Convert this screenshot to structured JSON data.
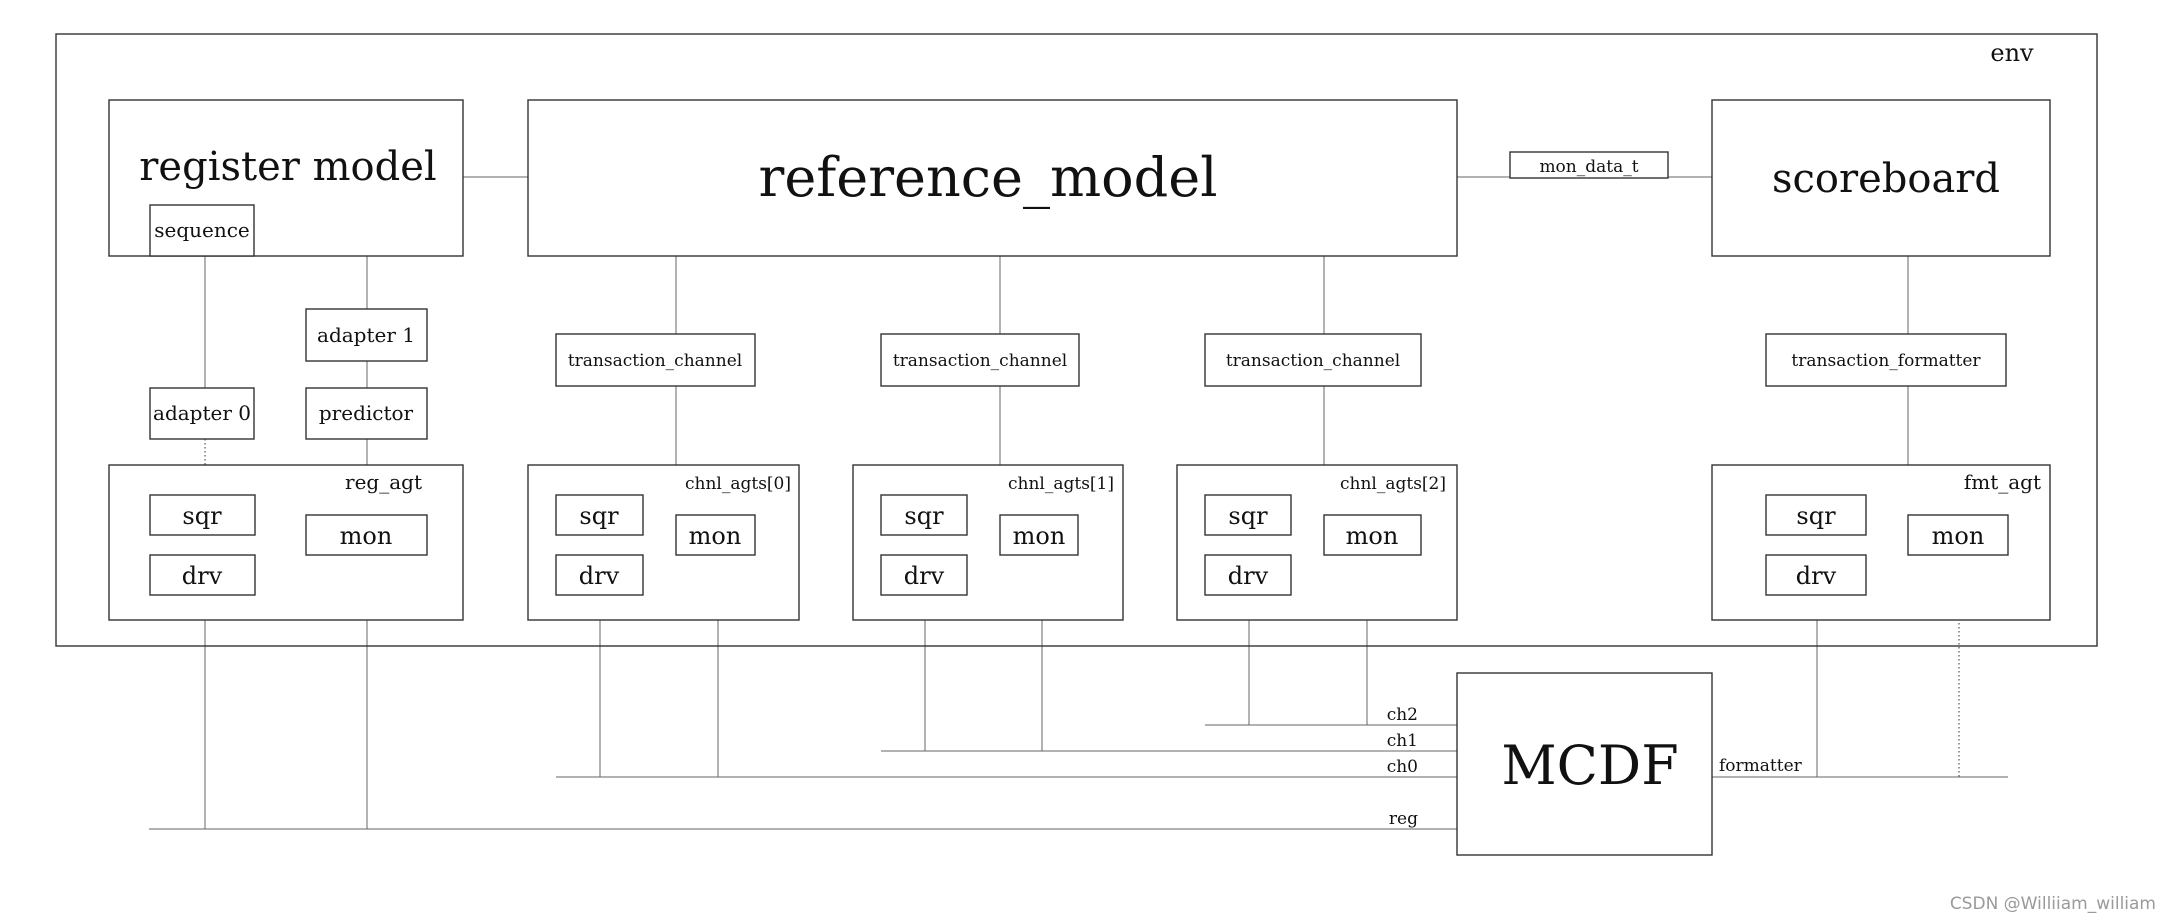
{
  "env": {
    "label": "env"
  },
  "register_model": {
    "label": "register model",
    "sequence": "sequence"
  },
  "reference_model": {
    "label": "reference_model"
  },
  "mon_data_t": "mon_data_t",
  "scoreboard": {
    "label": "scoreboard"
  },
  "adapter_1": "adapter 1",
  "adapter_0": "adapter 0",
  "predictor": "predictor",
  "transaction_channels": [
    "transaction_channel",
    "transaction_channel",
    "transaction_channel"
  ],
  "transaction_formatter": "transaction_formatter",
  "agents": {
    "reg": {
      "label": "reg_agt",
      "sqr": "sqr",
      "drv": "drv",
      "mon": "mon"
    },
    "chnl": [
      {
        "label": "chnl_agts[0]",
        "sqr": "sqr",
        "drv": "drv",
        "mon": "mon"
      },
      {
        "label": "chnl_agts[1]",
        "sqr": "sqr",
        "drv": "drv",
        "mon": "mon"
      },
      {
        "label": "chnl_agts[2]",
        "sqr": "sqr",
        "drv": "drv",
        "mon": "mon"
      }
    ],
    "fmt": {
      "label": "fmt_agt",
      "sqr": "sqr",
      "drv": "drv",
      "mon": "mon"
    }
  },
  "mcdf": {
    "label": "MCDF",
    "ports": {
      "ch2": "ch2",
      "ch1": "ch1",
      "ch0": "ch0",
      "reg": "reg",
      "formatter": "formatter"
    }
  },
  "watermark": "CSDN @Williiam_william"
}
